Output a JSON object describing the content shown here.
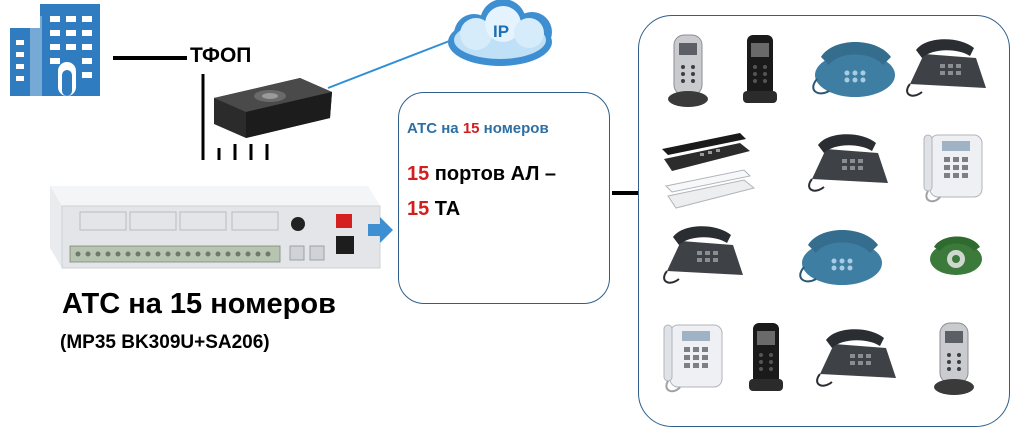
{
  "labels": {
    "tfop": "ТФОП",
    "ip": "IP",
    "pbx_caption": "АТС на 15 номеров",
    "pbx_model": "(MP35 BK309U+SA206)"
  },
  "info_box": {
    "title_prefix": "АТС на ",
    "title_number": "15",
    "title_suffix": " номеров",
    "ports_number": "15",
    "ports_text": " портов АЛ –",
    "ta_number": "15",
    "ta_text": " ТА"
  },
  "colors": {
    "building": "#2f7cc0",
    "cloud": "#3d8fd1",
    "ip_link": "#2f8fd6",
    "accent_red": "#d11f1f",
    "info_title": "#2e6fa3",
    "panel_border": "#2f5f8a"
  },
  "icons": [
    "building-icon",
    "router-icon",
    "cloud-icon",
    "pbx-device-icon",
    "arrow-right-icon",
    "cordless-phone-icon",
    "desk-phone-icon",
    "rotary-phone-icon"
  ]
}
